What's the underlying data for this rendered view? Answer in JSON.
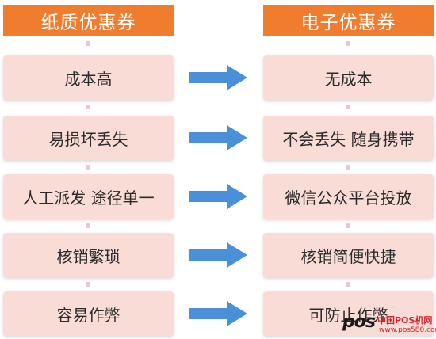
{
  "headers": {
    "left": "纸质优惠券",
    "right": "电子优惠券"
  },
  "rows": [
    {
      "left": "成本高",
      "right": "无成本"
    },
    {
      "left": "易损坏丢失",
      "right": "不会丢失 随身携带"
    },
    {
      "left": "人工派发 途径单一",
      "right": "微信公众平台投放"
    },
    {
      "left": "核销繁琐",
      "right": "核销简便快捷"
    },
    {
      "left": "容易作弊",
      "right": "可防止作弊"
    }
  ],
  "watermark": {
    "logo": "pos",
    "title": "中国POS机网",
    "url": "www.pos580.com"
  },
  "colors": {
    "header": "#ef7d2d",
    "box": "#f9dcd6",
    "arrow": "#4a90d9"
  },
  "icons": [
    "arrow-right-icon",
    "pos-logo"
  ]
}
